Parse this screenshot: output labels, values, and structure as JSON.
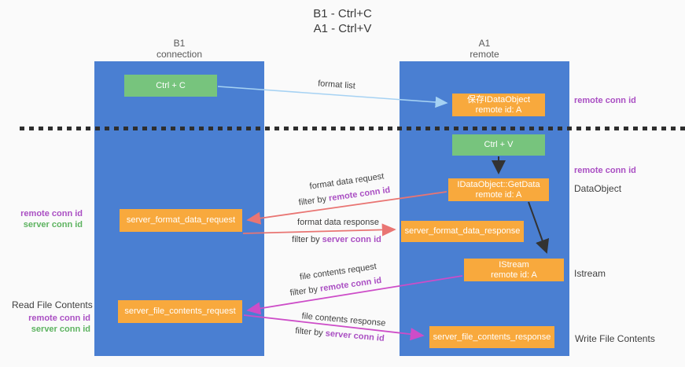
{
  "title": {
    "line1": "B1 - Ctrl+C",
    "line2": "A1 - Ctrl+V"
  },
  "columns": {
    "left": {
      "name": "B1",
      "subtitle": "connection"
    },
    "right": {
      "name": "A1",
      "subtitle": "remote"
    }
  },
  "nodes": {
    "ctrl_c": {
      "label": "Ctrl + C"
    },
    "ctrl_v": {
      "label": "Ctrl + V"
    },
    "save_dataobject": {
      "line1": "保存IDataObject",
      "line2": "remote id: A"
    },
    "getdata": {
      "line1": "IDataObject::GetData",
      "line2": "remote id: A"
    },
    "istream": {
      "line1": "IStream",
      "line2": "remote id: A"
    },
    "format_request": {
      "label": "server_format_data_request"
    },
    "format_response": {
      "label": "server_format_data_response"
    },
    "file_request": {
      "label": "server_file_contents_request"
    },
    "file_response": {
      "label": "server_file_contents_response"
    }
  },
  "arrow_labels": {
    "format_list": "format list",
    "format_data_request": "format data request",
    "format_data_response": "format data response",
    "file_contents_request": "file contents request",
    "file_contents_response": "file contents response",
    "filter_by": "filter by",
    "remote_conn_id": "remote conn id",
    "server_conn_id": "server conn id"
  },
  "side_labels": {
    "remote_conn_id": "remote conn id",
    "server_conn_id": "server conn id",
    "dataobject": "DataObject",
    "istream": "Istream",
    "read_file_contents": "Read File Contents",
    "write_file_contents": "Write File Contents"
  },
  "colors": {
    "background": "#fafafa",
    "column_blue": "#4a7fd2",
    "box_green": "#77c47d",
    "box_orange": "#f8a93d",
    "arrow_lightblue": "#a6d2f3",
    "arrow_salmon": "#e97573",
    "arrow_magenta": "#cd4dc8",
    "arrow_black": "#333333",
    "text_purple": "#aa4fc3",
    "text_green": "#5db360",
    "text_dark": "#3f3f3f"
  }
}
